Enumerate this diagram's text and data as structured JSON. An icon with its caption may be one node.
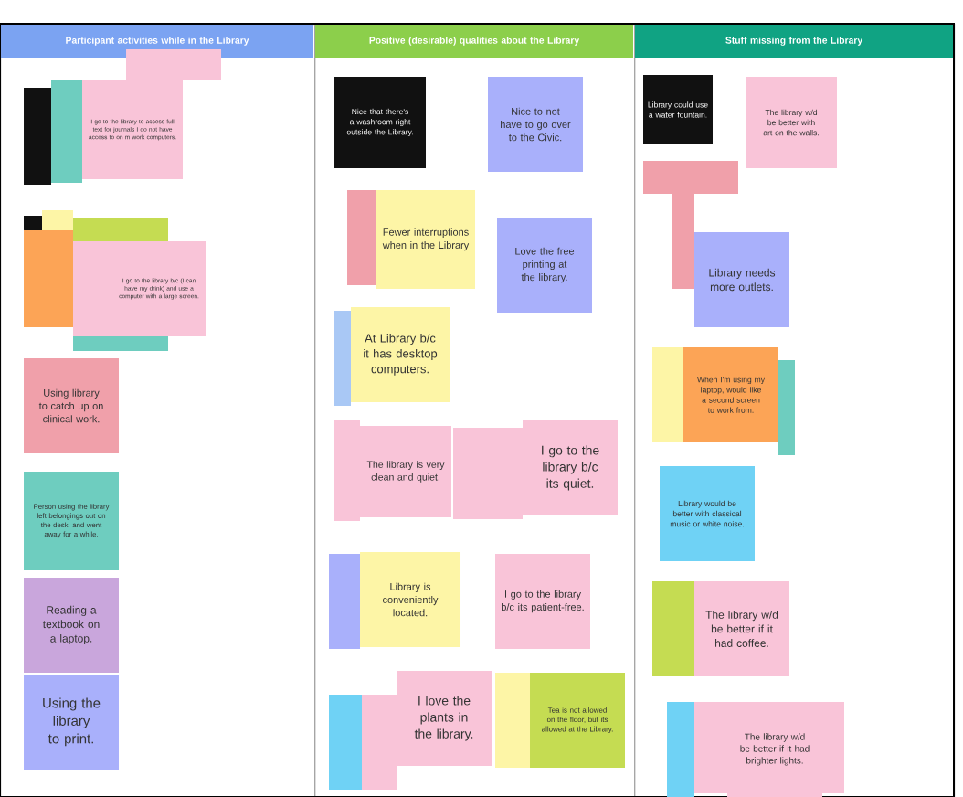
{
  "diagram": {
    "nodes": [
      {
        "text": [
          "Participant activities while in the Library"
        ]
      },
      {
        "text": [
          "Positive (desirable) qualities about the Library"
        ]
      },
      {
        "text": [
          "Stuff missing from the Library"
        ]
      },
      {
        "text": [],
        "shape": "box",
        "in": 0
      },
      {
        "text": [],
        "shape": "box",
        "in": 0
      },
      {
        "text": [],
        "shape": "box",
        "in": 0
      },
      {
        "text": [
          "I go to the library to access full text for journals I do not have access to on m work computers."
        ],
        "in": 0
      },
      {
        "text": [],
        "shape": "box",
        "in": 0
      },
      {
        "text": [],
        "shape": "box",
        "in": 0
      },
      {
        "text": [],
        "shape": "box",
        "in": 0
      },
      {
        "text": [],
        "shape": "box",
        "in": 0
      },
      {
        "text": [],
        "shape": "box",
        "in": 0
      },
      {
        "text": [],
        "shape": "box",
        "in": 0
      },
      {
        "text": [
          "I go to the library b/c (I can have my drink) and use a computer with a large screen."
        ],
        "in": 0
      },
      {
        "text": [
          "Using library to catch up on clinical work."
        ],
        "in": 0
      },
      {
        "text": [
          "Person using the library left belongings out on the desk, and went away for a while."
        ],
        "in": 0
      },
      {
        "text": [
          "Reading a textbook on a laptop."
        ],
        "in": 0
      },
      {
        "text": [
          "Using the library to print."
        ],
        "in": 0
      },
      {
        "text": [
          "Nice that there's a washroom right outside the Library."
        ],
        "in": 1
      },
      {
        "text": [
          "Nice to not have to go over to the Civic."
        ],
        "in": 1
      },
      {
        "text": [],
        "shape": "box",
        "in": 1
      },
      {
        "text": [
          "Fewer interruptions when in the Library"
        ],
        "in": 1
      },
      {
        "text": [
          "Love the free printing at the library."
        ],
        "in": 1
      },
      {
        "text": [],
        "shape": "box",
        "in": 1
      },
      {
        "text": [
          "At Library b/c it has desktop computers."
        ],
        "in": 1
      },
      {
        "text": [],
        "shape": "box",
        "in": 1
      },
      {
        "text": [
          "The library is very clean and quiet."
        ],
        "in": 1
      },
      {
        "text": [],
        "shape": "box",
        "in": 1
      },
      {
        "text": [
          "I go to the library b/c its quiet."
        ],
        "in": 1
      },
      {
        "text": [],
        "shape": "box",
        "in": 1
      },
      {
        "text": [
          "Library is conveniently located."
        ],
        "in": 1
      },
      {
        "text": [
          "I go to the library b/c its patient-free."
        ],
        "in": 1
      },
      {
        "text": [],
        "shape": "box",
        "in": 1
      },
      {
        "text": [],
        "shape": "box",
        "in": 1
      },
      {
        "text": [
          "I love the plants in the library."
        ],
        "in": 1
      },
      {
        "text": [],
        "shape": "box",
        "in": 1
      },
      {
        "text": [
          "Tea is not allowed on the floor, but its allowed at the Library."
        ],
        "in": 1
      },
      {
        "text": [
          "Library could use a water fountain."
        ],
        "in": 2
      },
      {
        "text": [
          "The library w/d be better with art on the walls."
        ],
        "in": 2
      },
      {
        "text": [],
        "shape": "box",
        "in": 2
      },
      {
        "text": [],
        "shape": "box",
        "in": 2
      },
      {
        "text": [
          "Library needs more outlets."
        ],
        "in": 2
      },
      {
        "text": [],
        "shape": "box",
        "in": 2
      },
      {
        "text": [],
        "shape": "box",
        "in": 2
      },
      {
        "text": [
          "When I'm using my laptop, would like a second screen to work from."
        ],
        "in": 2
      },
      {
        "text": [
          "Library would be better with classical music or white noise."
        ],
        "in": 2
      },
      {
        "text": [],
        "shape": "box",
        "in": 2
      },
      {
        "text": [
          "The library w/d be better if it had coffee."
        ],
        "in": 2
      },
      {
        "text": [],
        "shape": "box",
        "in": 2
      },
      {
        "text": [],
        "shape": "box",
        "in": 2
      },
      {
        "text": [
          "The library w/d be better if it had brighter lights."
        ],
        "in": 2
      },
      {
        "text": [],
        "shape": "box",
        "in": 2
      }
    ]
  }
}
